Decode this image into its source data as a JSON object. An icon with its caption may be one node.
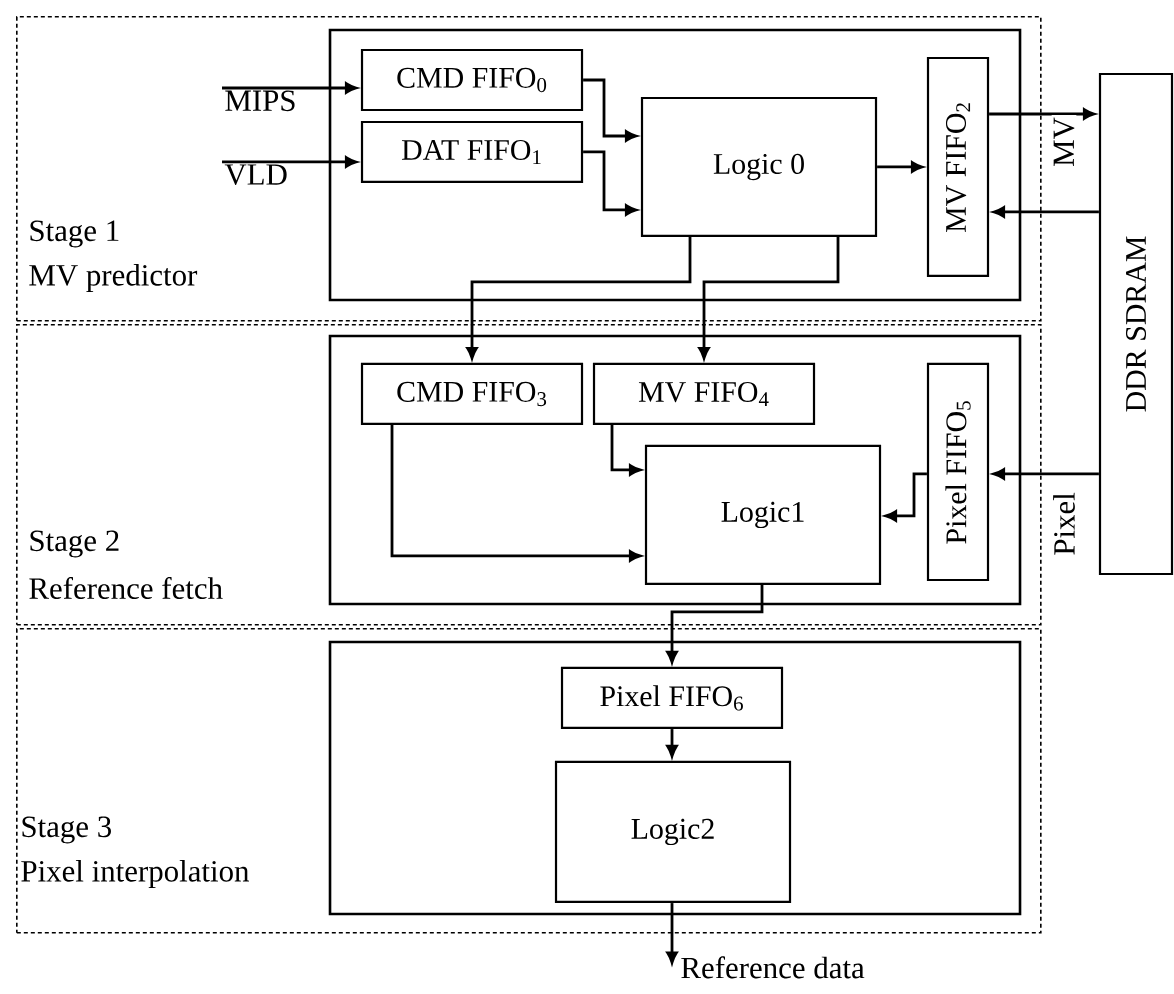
{
  "diagram": {
    "nodes": [
      {
        "text": [
          "Stage 1",
          "MV predictor"
        ]
      },
      {
        "text": [],
        "shape": "box",
        "in": 0
      },
      {
        "text": [
          "CMD FIFO$_{0}$"
        ],
        "in": 1
      },
      {
        "text": [
          "DAT FIFO$_{1}$"
        ],
        "in": 1
      },
      {
        "text": [
          "Logic 0"
        ],
        "in": 1
      },
      {
        "text": [
          "MV FIFO$_{2}$"
        ],
        "in": 1
      },
      {
        "text": [
          "Stage 2",
          "Reference fetch"
        ]
      },
      {
        "text": [],
        "shape": "box",
        "in": 6
      },
      {
        "text": [
          "CMD FIFO$_{3}$"
        ],
        "in": 7
      },
      {
        "text": [
          "MV FIFO$_{4}$"
        ],
        "in": 7
      },
      {
        "text": [
          "Logic1"
        ],
        "in": 7
      },
      {
        "text": [
          "Pixel FIFO$_{5}$"
        ],
        "in": 7
      },
      {
        "text": [
          "Stage 3",
          "Pixel interpolation"
        ]
      },
      {
        "text": [],
        "shape": "box",
        "in": 12
      },
      {
        "text": [
          "Pixel FIFO$_{6}$"
        ],
        "in": 13
      },
      {
        "text": [
          "Logic2"
        ],
        "in": 13
      },
      {
        "text": [
          "DDR SDRAM"
        ]
      },
      {
        "text": [
          "MIPS"
        ],
        "in": 0
      },
      {
        "text": [
          "VLD"
        ],
        "in": 0
      },
      {
        "text": [
          "Reference data"
        ]
      }
    ],
    "edges": [
      {
        "from": 17,
        "to": 2,
        "arrow": "to"
      },
      {
        "from": 18,
        "to": 3,
        "arrow": "to"
      },
      {
        "from": 2,
        "to": 4,
        "arrow": "to"
      },
      {
        "from": 3,
        "to": 4,
        "arrow": "to"
      },
      {
        "from": 4,
        "to": 5,
        "arrow": "to"
      },
      {
        "from": 5,
        "to": 16,
        "arrow": "to",
        "label": "MV"
      },
      {
        "from": 16,
        "to": 5,
        "arrow": "to"
      },
      {
        "from": 4,
        "to": 8,
        "arrow": "to"
      },
      {
        "from": 4,
        "to": 9,
        "arrow": "to"
      },
      {
        "from": 8,
        "to": 10,
        "arrow": "to"
      },
      {
        "from": 9,
        "to": 10,
        "arrow": "to"
      },
      {
        "from": 11,
        "to": 10,
        "arrow": "to"
      },
      {
        "from": 16,
        "to": 11,
        "arrow": "to",
        "label": "Pixel"
      },
      {
        "from": 10,
        "to": 14,
        "arrow": "to"
      },
      {
        "from": 14,
        "to": 15,
        "arrow": "to"
      },
      {
        "from": 15,
        "to": 19,
        "arrow": "to"
      }
    ]
  }
}
